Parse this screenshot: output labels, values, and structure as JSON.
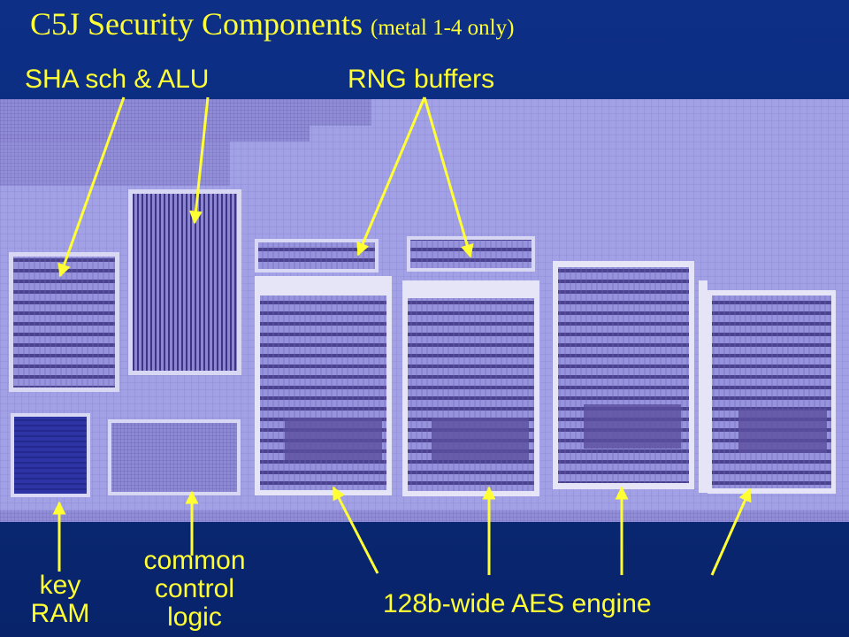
{
  "title": {
    "main": "C5J Security Components",
    "sub": "(metal 1-4 only)"
  },
  "labels": {
    "sha": "SHA sch & ALU",
    "rng": "RNG buffers",
    "key_line1": "key",
    "key_line2": "RAM",
    "common_line1": "common",
    "common_line2": "control",
    "common_line3": "logic",
    "aes": "128b-wide AES engine"
  },
  "colors": {
    "background": "#0a2a78",
    "label": "#ffff33",
    "die": "#9d9be0",
    "die_dark": "#4a3f8e",
    "key_ram": "#2a2f9a"
  }
}
